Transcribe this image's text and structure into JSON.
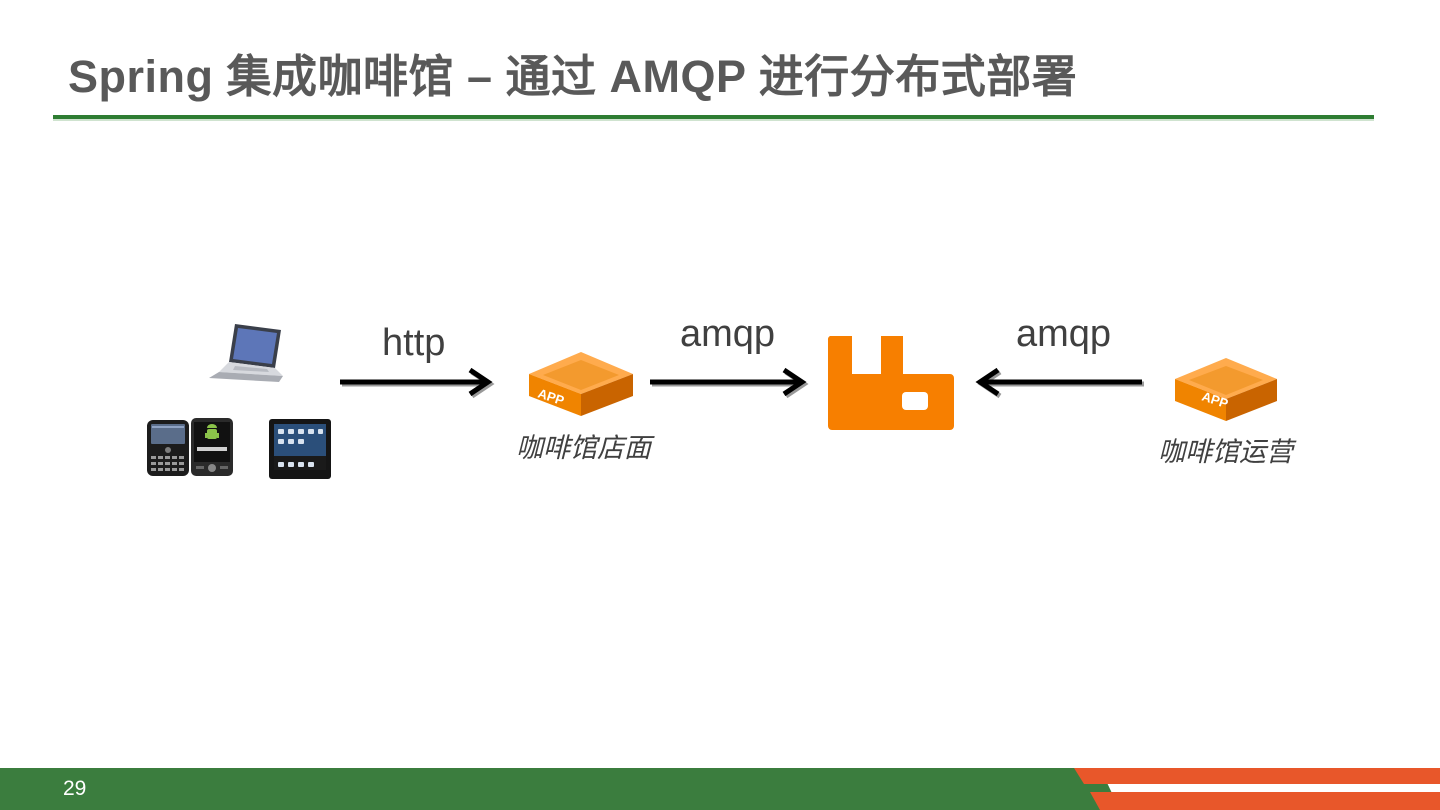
{
  "slide": {
    "title": "Spring  集成咖啡馆 – 通过  AMQP  进行分布式部署",
    "page_number": "29"
  },
  "diagram": {
    "clients": {
      "icons": [
        "laptop-icon",
        "blackberry-phone-icon",
        "android-phone-icon",
        "tablet-icon"
      ]
    },
    "edges": [
      {
        "label": "http",
        "direction": "right"
      },
      {
        "label": "amqp",
        "direction": "right"
      },
      {
        "label": "amqp",
        "direction": "left"
      }
    ],
    "storefront": {
      "badge": "APP",
      "caption": "咖啡馆店面",
      "icon": "app-box-icon"
    },
    "broker": {
      "icon": "rabbitmq-logo-icon"
    },
    "operations": {
      "badge": "APP",
      "caption": "咖啡馆运营",
      "icon": "app-box-icon"
    }
  },
  "colors": {
    "title": "#595959",
    "rule": "#2e7d32",
    "footer": "#3b7d3e",
    "accent_orange": "#f77f00",
    "footer_stripe": "#e8572a"
  }
}
